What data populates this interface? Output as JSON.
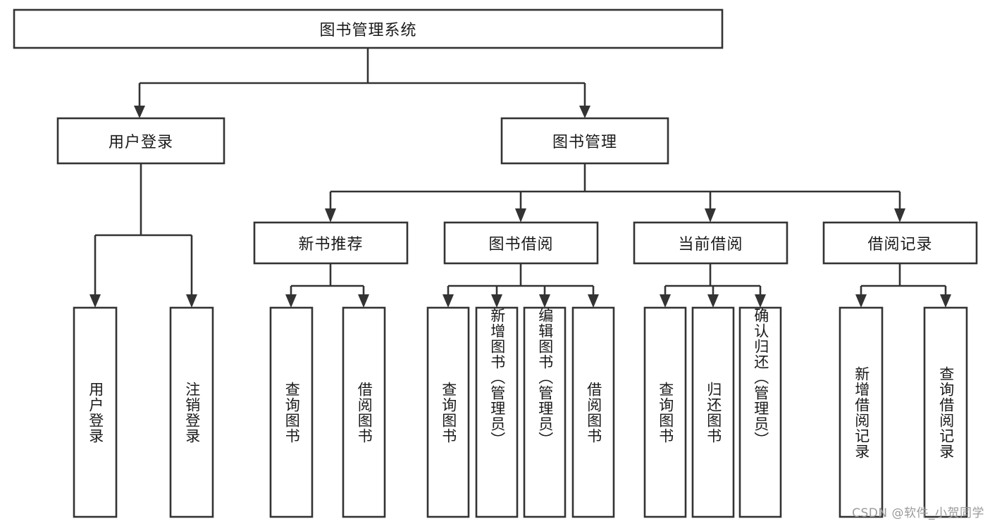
{
  "diagram": {
    "type": "hierarchy-tree",
    "title": "图书管理系统",
    "watermark": "CSDN @软件_小贺同学",
    "colors": {
      "box_stroke": "#333333",
      "box_fill": "#ffffff",
      "text": "#1a1a1a",
      "background": "#ffffff",
      "watermark": "#9a9a9a"
    },
    "levels": {
      "root": {
        "label": "图书管理系统"
      },
      "level2": [
        {
          "id": "user-login",
          "label": "用户登录"
        },
        {
          "id": "book-manage",
          "label": "图书管理"
        }
      ],
      "level3": [
        {
          "id": "new-book-rec",
          "label": "新书推荐"
        },
        {
          "id": "book-borrow",
          "label": "图书借阅"
        },
        {
          "id": "current-borrow",
          "label": "当前借阅"
        },
        {
          "id": "borrow-record",
          "label": "借阅记录"
        }
      ],
      "leaves": {
        "user-login": [
          {
            "id": "leaf-user-login",
            "label": "用户登录"
          },
          {
            "id": "leaf-logout-login",
            "label": "注销登录"
          }
        ],
        "new-book-rec": [
          {
            "id": "leaf-query-book-1",
            "label": "查询图书"
          },
          {
            "id": "leaf-borrow-book-1",
            "label": "借阅图书"
          }
        ],
        "book-borrow": [
          {
            "id": "leaf-query-book-2",
            "label": "查询图书"
          },
          {
            "id": "leaf-add-book",
            "label": "新增图书（管理员）"
          },
          {
            "id": "leaf-edit-book",
            "label": "编辑图书（管理员）"
          },
          {
            "id": "leaf-borrow-book-2",
            "label": "借阅图书"
          }
        ],
        "current-borrow": [
          {
            "id": "leaf-query-book-3",
            "label": "查询图书"
          },
          {
            "id": "leaf-return-book",
            "label": "归还图书"
          },
          {
            "id": "leaf-confirm-return",
            "label": "确认归还（管理员）"
          }
        ],
        "borrow-record": [
          {
            "id": "leaf-add-record",
            "label": "新增借阅记录"
          },
          {
            "id": "leaf-query-record",
            "label": "查询借阅记录"
          }
        ]
      }
    }
  }
}
